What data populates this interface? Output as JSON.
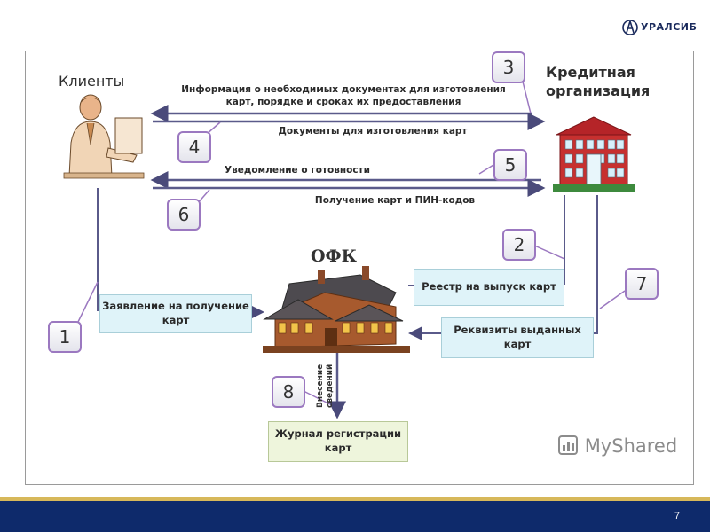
{
  "logo": {
    "text": "УРАЛСИБ",
    "icon": "uralsib-logo-icon"
  },
  "diagram": {
    "clients_label": "Клиенты",
    "bank_label_1": "Кредитная",
    "bank_label_2": "организация",
    "ofk_label": "ОФК",
    "arrow_info_1": "Информация о необходимых документах для изготовления",
    "arrow_info_2": "карт, порядке и сроках их предоставления",
    "arrow_docs": "Документы для изготовления карт",
    "arrow_notice": "Уведомление о готовности",
    "arrow_receive": "Получение карт и ПИН-кодов",
    "box_application": "Заявление на получение карт",
    "box_registry": "Реестр на выпуск карт",
    "box_details": "Реквизиты выданных карт",
    "vertical_label": "Внесение сведений",
    "box_journal": "Журнал регистрации карт",
    "steps": [
      "1",
      "2",
      "3",
      "4",
      "5",
      "6",
      "7",
      "8"
    ]
  },
  "watermark": "MyShared",
  "page_number": "7",
  "colors": {
    "arrow": "#5a5a8a",
    "callout_border": "#9b78c0",
    "box_fill": "#dff3f9",
    "journal_fill": "#eef5dc",
    "footer": "#0e2a6b",
    "footer_stripe": "#d7b85a"
  }
}
